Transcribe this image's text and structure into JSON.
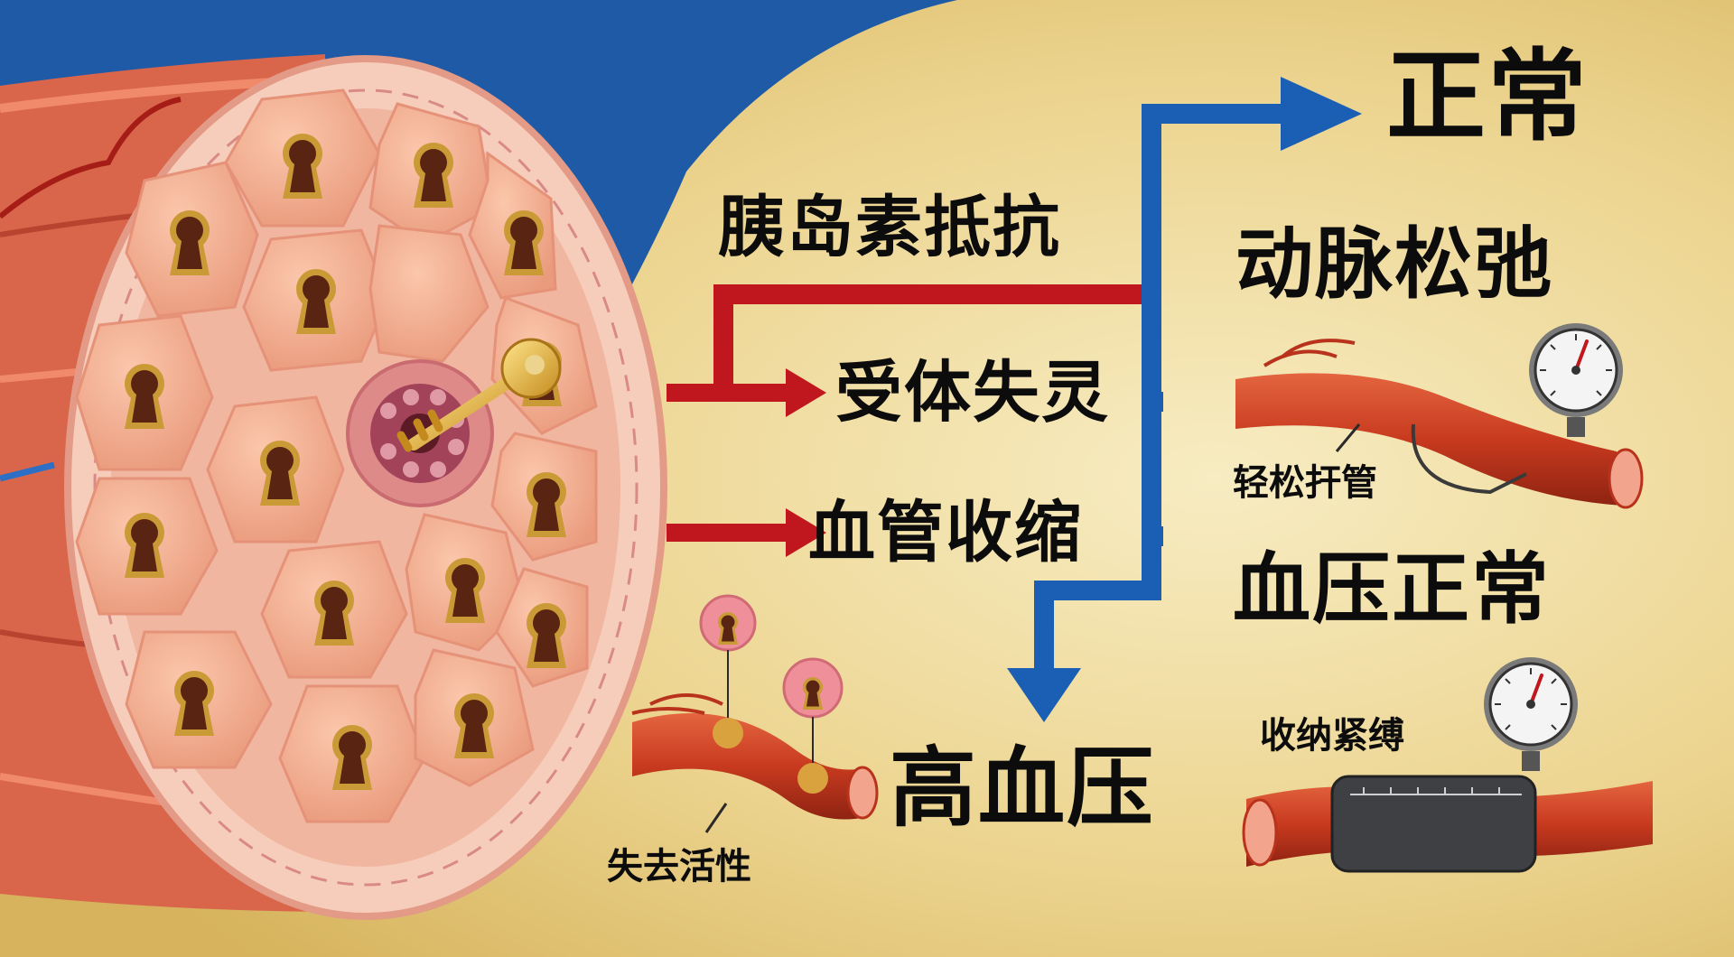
{
  "labels": {
    "insulin_resistance": "胰岛素抵抗",
    "receptor_failure": "受体失灵",
    "vasoconstriction": "血管收缩",
    "hypertension": "高血压",
    "normal": "正常",
    "artery_relaxed": "动脉松弛",
    "bp_normal": "血压正常",
    "easy_dilation": "轻松扞管",
    "tight_constriction": "收纳紧缚",
    "inactivated": "失去活性"
  },
  "colors": {
    "background_blue": "#1f5aa6",
    "background_gold": "#ecd48f",
    "arrow_red": "#c0161e",
    "arrow_blue": "#1a5fb4",
    "tissue": "#eda184",
    "keyhole_gold": "#d3a43b"
  },
  "icons": [
    "keyhole-icon",
    "gold-key-icon",
    "pressure-gauge-icon",
    "artery-icon",
    "cuff-icon"
  ]
}
